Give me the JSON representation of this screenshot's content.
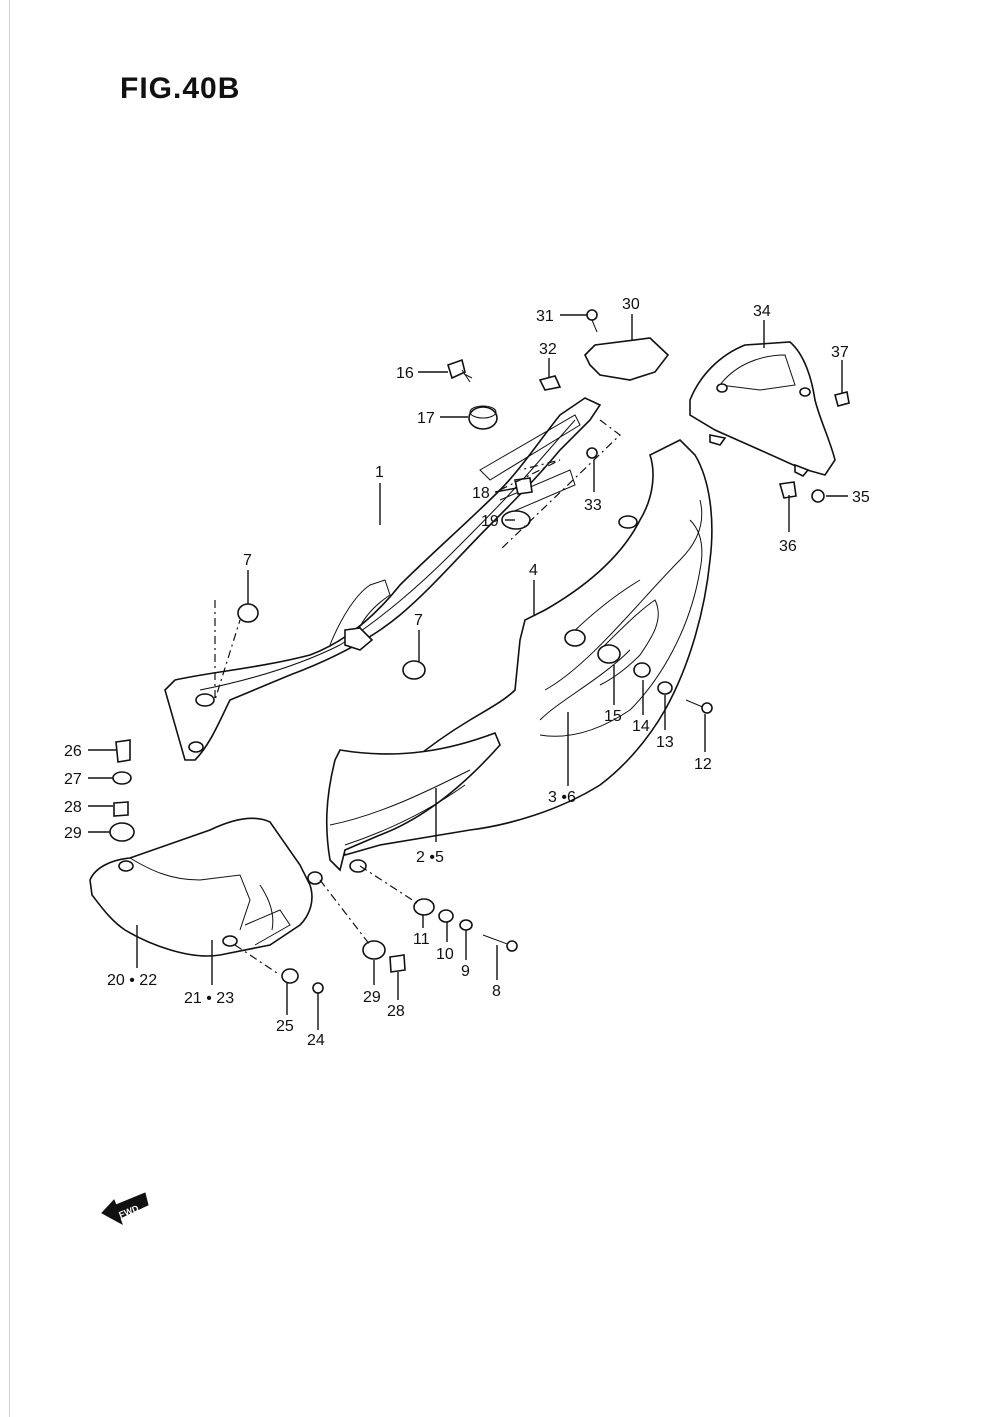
{
  "figure": {
    "title": "FIG.40B"
  },
  "direction_badge": {
    "text": "FWD",
    "icon": "fwd-arrow-icon"
  },
  "callouts": [
    {
      "id": "c1",
      "label": "1"
    },
    {
      "id": "c7a",
      "label": "7"
    },
    {
      "id": "c7b",
      "label": "7"
    },
    {
      "id": "c16",
      "label": "16"
    },
    {
      "id": "c17",
      "label": "17"
    },
    {
      "id": "c18",
      "label": "18"
    },
    {
      "id": "c19",
      "label": "19"
    },
    {
      "id": "c31",
      "label": "31"
    },
    {
      "id": "c32",
      "label": "32"
    },
    {
      "id": "c30",
      "label": "30"
    },
    {
      "id": "c33",
      "label": "33"
    },
    {
      "id": "c34",
      "label": "34"
    },
    {
      "id": "c37",
      "label": "37"
    },
    {
      "id": "c35",
      "label": "35"
    },
    {
      "id": "c36",
      "label": "36"
    },
    {
      "id": "c4",
      "label": "4"
    },
    {
      "id": "c15",
      "label": "15"
    },
    {
      "id": "c14",
      "label": "14"
    },
    {
      "id": "c13",
      "label": "13"
    },
    {
      "id": "c12",
      "label": "12"
    },
    {
      "id": "c36b",
      "label": "3 •6"
    },
    {
      "id": "c25b",
      "label": "2 •5"
    },
    {
      "id": "c26",
      "label": "26"
    },
    {
      "id": "c27",
      "label": "27"
    },
    {
      "id": "c28a",
      "label": "28"
    },
    {
      "id": "c29a",
      "label": "29"
    },
    {
      "id": "c2022",
      "label": "20 • 22"
    },
    {
      "id": "c2123",
      "label": "21 • 23"
    },
    {
      "id": "c25",
      "label": "25"
    },
    {
      "id": "c24",
      "label": "24"
    },
    {
      "id": "c29b",
      "label": "29"
    },
    {
      "id": "c28b",
      "label": "28"
    },
    {
      "id": "c11",
      "label": "11"
    },
    {
      "id": "c10",
      "label": "10"
    },
    {
      "id": "c9",
      "label": "9"
    },
    {
      "id": "c8",
      "label": "8"
    }
  ]
}
